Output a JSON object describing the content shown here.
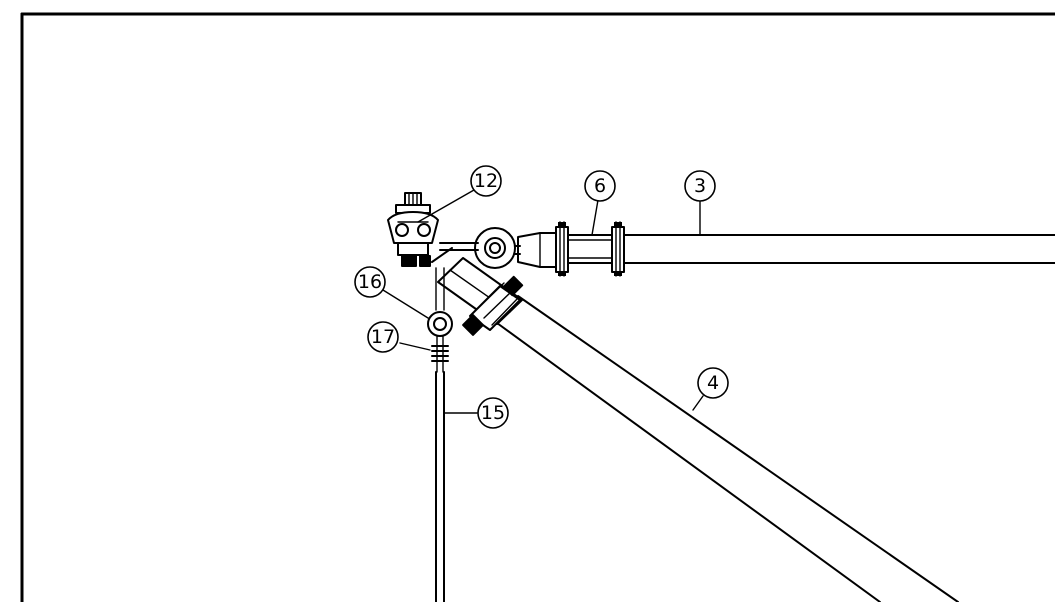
{
  "drawing": {
    "balloons": [
      {
        "id": "b12",
        "label": "12"
      },
      {
        "id": "b6",
        "label": "6"
      },
      {
        "id": "b3",
        "label": "3"
      },
      {
        "id": "b16",
        "label": "16"
      },
      {
        "id": "b17",
        "label": "17"
      },
      {
        "id": "b4",
        "label": "4"
      },
      {
        "id": "b15",
        "label": "15"
      }
    ]
  }
}
